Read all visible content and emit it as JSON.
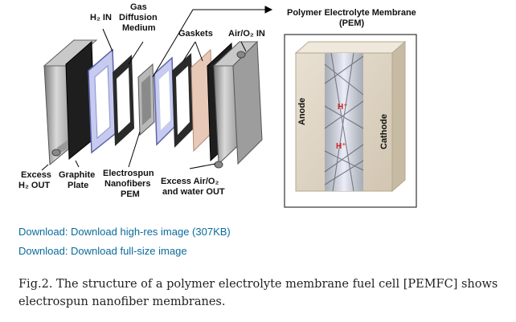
{
  "figure": {
    "labels": {
      "h2_in": "H₂ IN",
      "gas_diffusion_1": "Gas",
      "gas_diffusion_2": "Diffusion",
      "gas_diffusion_3": "Medium",
      "gaskets": "Gaskets",
      "air_in": "Air/O₂ IN",
      "pem_title_1": "Polymer Electrolyte Membrane",
      "pem_title_2": "(PEM)",
      "excess_h2_1": "Excess",
      "excess_h2_2": "H₂ OUT",
      "graphite_1": "Graphite",
      "graphite_2": "Plate",
      "electrospun_1": "Electrospun",
      "electrospun_2": "Nanofibers",
      "electrospun_3": "PEM",
      "excess_air_1": "Excess Air/O₂",
      "excess_air_2": "and water OUT",
      "anode": "Anode",
      "cathode": "Cathode",
      "proton_1": "H⁺",
      "proton_2": "H⁺"
    }
  },
  "links": {
    "highres": "Download: Download high-res image (307KB)",
    "fullsize": "Download: Download full-size image"
  },
  "caption": "Fig.2. The structure of a polymer electrolyte membrane fuel cell [PEMFC] shows electrospun nanofiber membranes."
}
